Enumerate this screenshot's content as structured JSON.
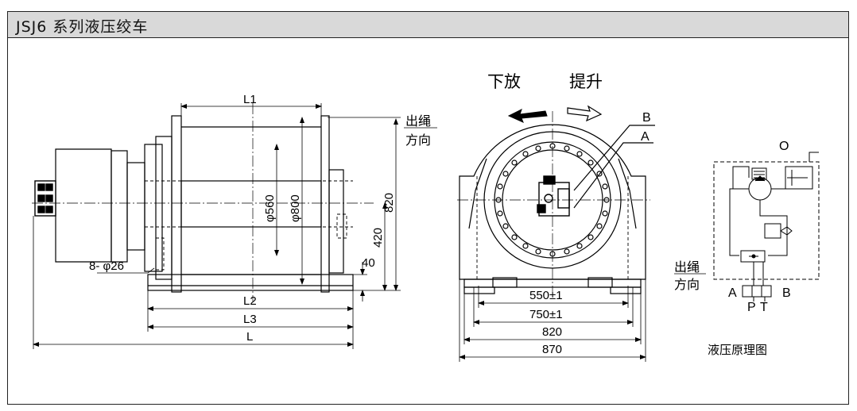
{
  "header": {
    "title": "JSJ6 系列液压绞车"
  },
  "side_view": {
    "dims": {
      "L1": "L1",
      "L2": "L2",
      "L3": "L3",
      "L": "L",
      "dia_560": "φ560",
      "dia_800": "φ800",
      "h_820": "820",
      "h_420": "420",
      "h_40": "40",
      "bolts": "8- φ26"
    },
    "rope_dir_line1": "出绳",
    "rope_dir_line2": "方向"
  },
  "front_view": {
    "lower": "下放",
    "lift": "提升",
    "label_B": "B",
    "label_A": "A",
    "dims": {
      "d550": "550±1",
      "d750": "750±1",
      "d820": "820",
      "d870": "870"
    }
  },
  "schematic": {
    "title": "液压原理图",
    "rope_dir_line1": "出绳",
    "rope_dir_line2": "方向",
    "port_A": "A",
    "port_B": "B",
    "port_P": "P",
    "port_T": "T",
    "port_O": "O"
  }
}
